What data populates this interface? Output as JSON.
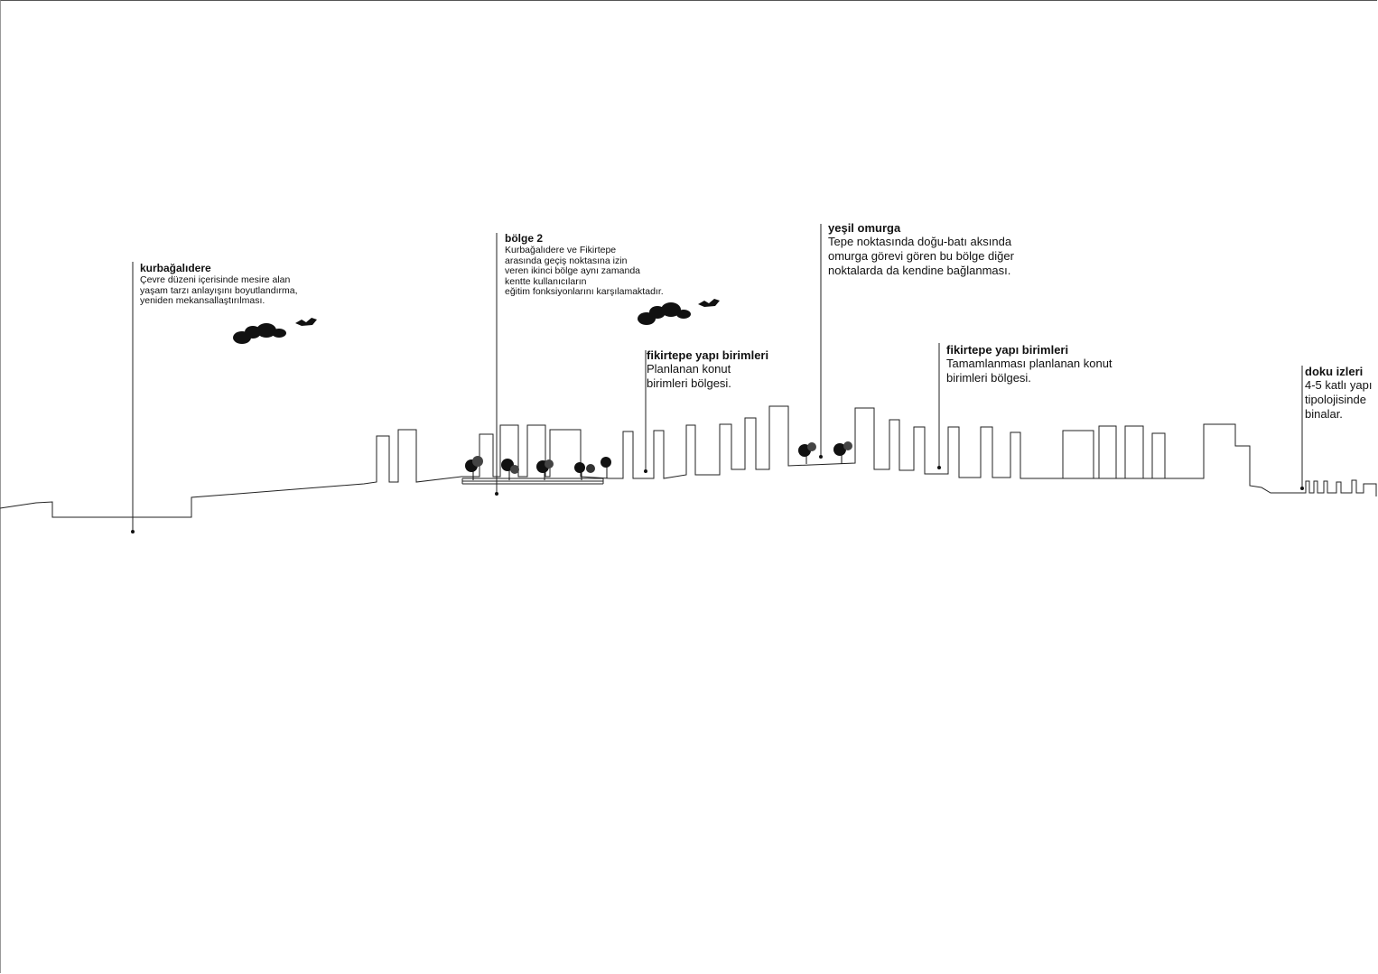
{
  "annotations": [
    {
      "title": "kurbağalıdere",
      "lines": [
        "Çevre düzeni içerisinde mesire alan",
        "yaşam tarzı anlayışını boyutlandırma,",
        "yeniden mekansallaştırılması."
      ]
    },
    {
      "title": "bölge 2",
      "lines": [
        "Kurbağalıdere ve Fikirtepe",
        "arasında geçiş noktasına izin",
        "veren ikinci bölge aynı zamanda",
        "kentte kullanıcıların",
        "eğitim fonksiyonlarını karşılamaktadır."
      ]
    },
    {
      "title": "fikirtepe yapı birimleri",
      "lines": [
        "Planlanan konut",
        "birimleri bölgesi."
      ]
    },
    {
      "title": "yeşil omurga",
      "lines": [
        "Tepe noktasında doğu-batı aksında",
        "omurga görevi gören bu bölge diğer",
        "noktalarda da kendine bağlanması."
      ]
    },
    {
      "title": "fikirtepe yapı birimleri",
      "lines": [
        "Tamamlanması planlanan konut",
        "birimleri bölgesi."
      ]
    },
    {
      "title": "doku izleri",
      "lines": [
        "4-5 katlı yapı",
        "tipolojisinde",
        "binalar."
      ]
    }
  ],
  "colors": {
    "line": "#222222",
    "tree": "#111111"
  }
}
